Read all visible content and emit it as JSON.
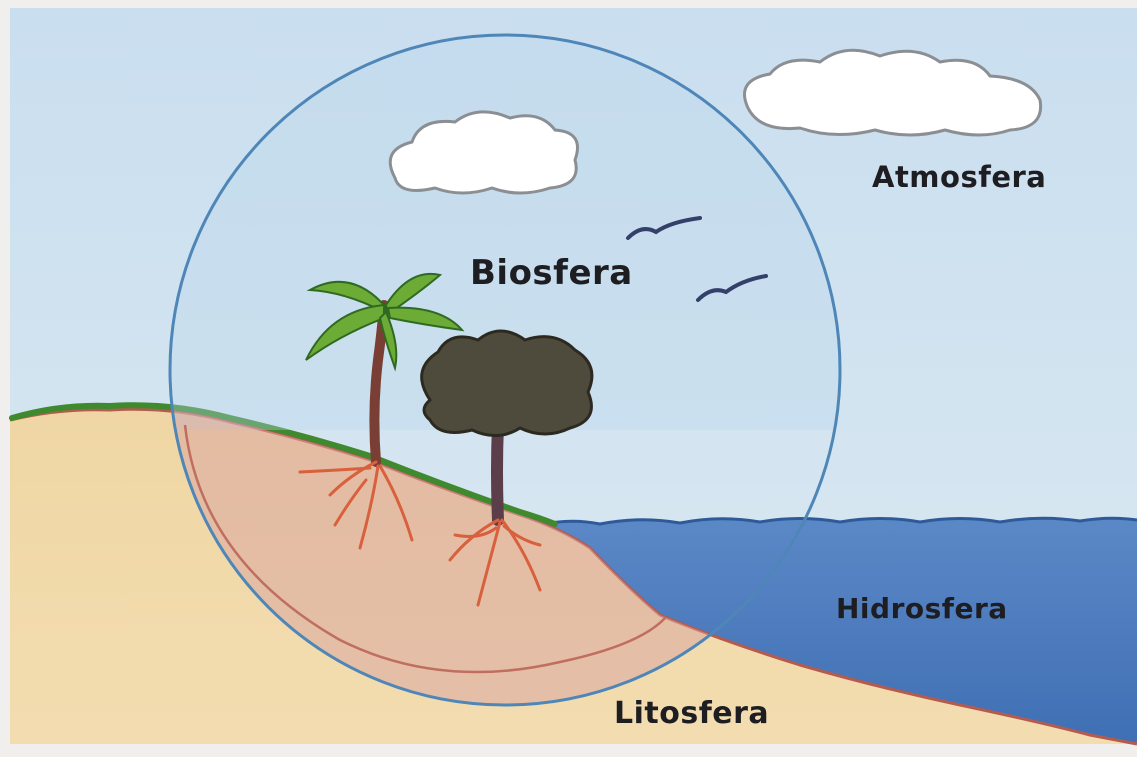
{
  "labels": {
    "atmosphere": "Atmosfera",
    "biosphere": "Biosfera",
    "hydrosphere": "Hidrosfera",
    "lithosphere": "Litosfera"
  },
  "colors": {
    "sky": "#cfe2ef",
    "sea": "#4f7fc0",
    "sand": "#f0d9a6",
    "biosphere_circle": "#4f86b8",
    "text": "#1d1d22"
  }
}
